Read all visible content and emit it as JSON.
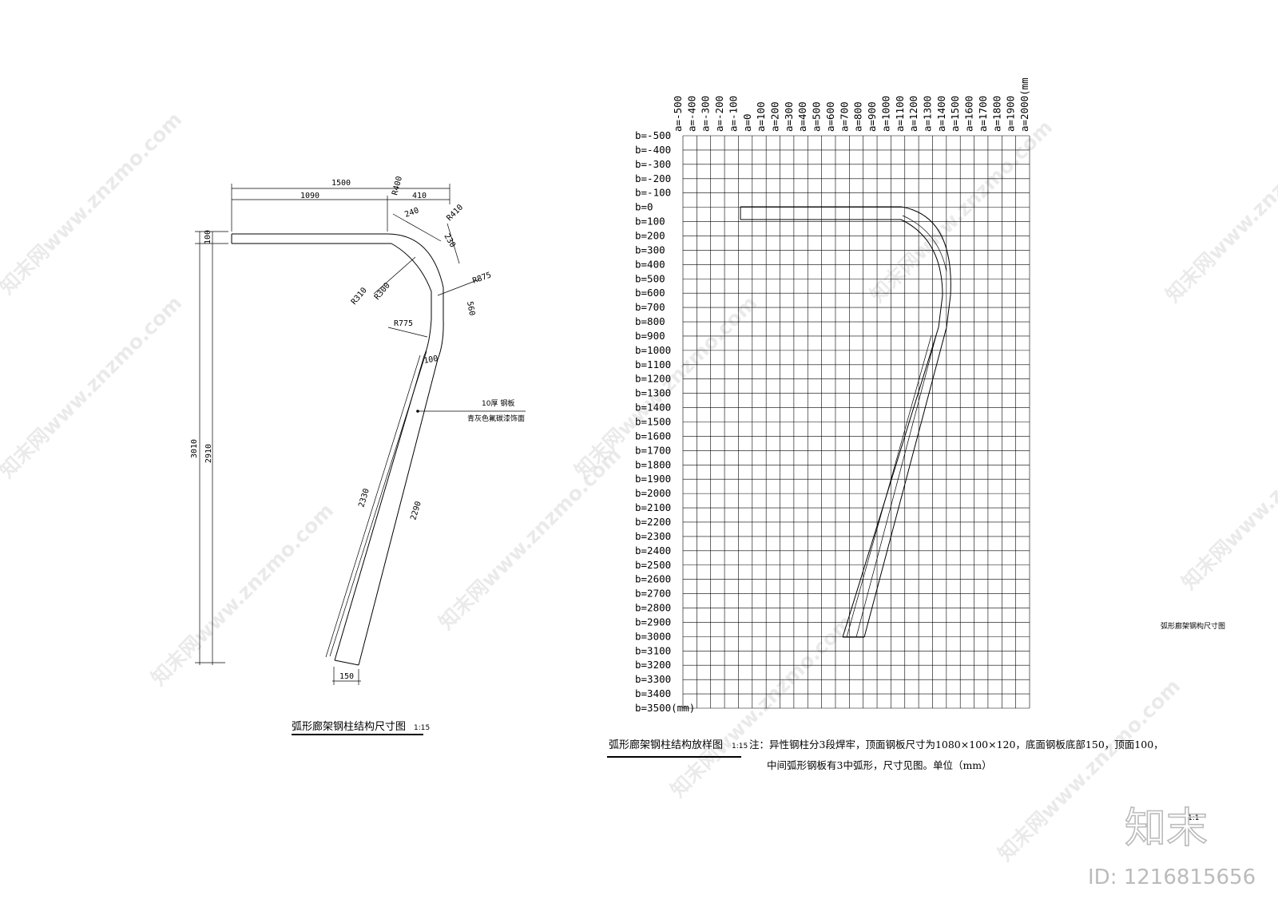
{
  "left_drawing": {
    "title": "弧形廊架钢柱结构尺寸图",
    "scale": "1:15",
    "dims": {
      "total_width": "1500",
      "top_straight": "1090",
      "top_arc_width": "410",
      "r400": "R400",
      "r410": "R410",
      "arc_240": "240",
      "arc_230": "230",
      "r310": "R310",
      "r300": "R300",
      "r875": "R875",
      "arc_560": "560",
      "r775": "R775",
      "w100_mid": "100",
      "top_thickness": "100",
      "total_height": "3010",
      "inner_height": "2910",
      "len_2330": "2330",
      "len_2290": "2290",
      "bottom_width": "150"
    },
    "callout": {
      "line1": "10厚   钢板",
      "line2": "青灰色氟碳漆饰面"
    }
  },
  "right_drawing": {
    "title": "弧形廊架钢柱结构放样图",
    "scale": "1:15",
    "note_line1": "注：异性钢柱分3段焊牢，顶面钢板尺寸为1080×100×120，底面钢板底部150，顶面100，",
    "note_line2": "中间弧形钢板有3中弧形，尺寸见图。单位（mm）",
    "col_labels": [
      "a=-500",
      "a=-400",
      "a=-300",
      "a=-200",
      "a=-100",
      "a=0",
      "a=100",
      "a=200",
      "a=300",
      "a=400",
      "a=500",
      "a=600",
      "a=700",
      "a=800",
      "a=900",
      "a=1000",
      "a=1100",
      "a=1200",
      "a=1300",
      "a=1400",
      "a=1500",
      "a=1600",
      "a=1700",
      "a=1800",
      "a=1900",
      "a=2000(mm"
    ],
    "row_labels": [
      "b=-500",
      "b=-400",
      "b=-300",
      "b=-200",
      "b=-100",
      "b=0",
      "b=100",
      "b=200",
      "b=300",
      "b=400",
      "b=500",
      "b=600",
      "b=700",
      "b=800",
      "b=900",
      "b=1000",
      "b=1100",
      "b=1200",
      "b=1300",
      "b=1400",
      "b=1500",
      "b=1600",
      "b=1700",
      "b=1800",
      "b=1900",
      "b=2000",
      "b=2100",
      "b=2200",
      "b=2300",
      "b=2400",
      "b=2500",
      "b=2600",
      "b=2700",
      "b=2800",
      "b=2900",
      "b=3000",
      "b=3100",
      "b=3200",
      "b=3300",
      "b=3400",
      "b=3500(mm)"
    ],
    "side_label": "弧形廊架钢构尺寸图"
  },
  "footer": {
    "sheet_text": "1:1",
    "brand_name": "知末",
    "brand_id": "ID: 1216815656"
  },
  "watermark": {
    "text": "知末网www.znzmo.com"
  }
}
